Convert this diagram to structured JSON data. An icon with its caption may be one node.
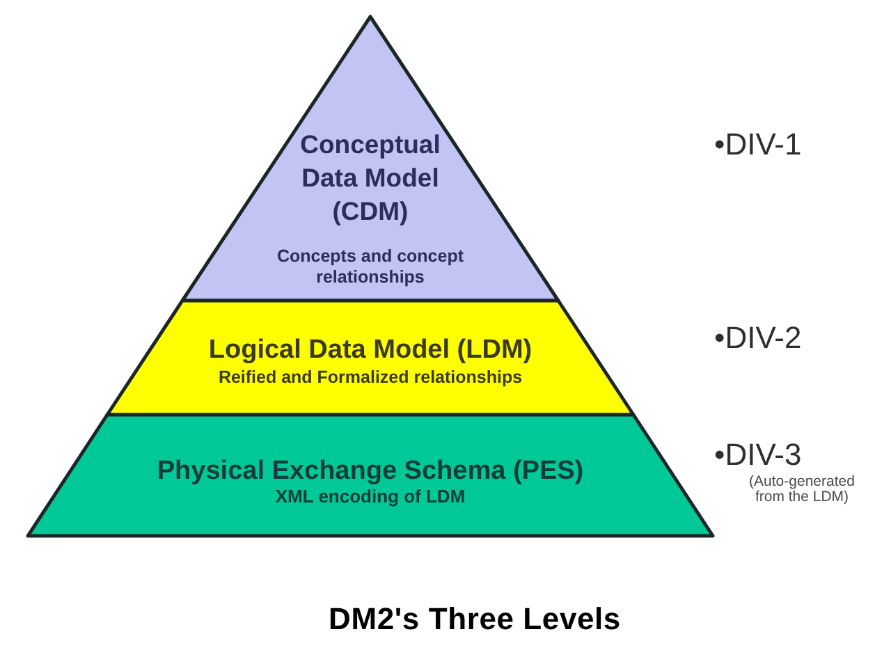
{
  "diagram": {
    "caption": "DM2's Three Levels",
    "nodes": [
      {
        "text": [
          "Conceptual Data Model (CDM)",
          "Concepts and concept relationships"
        ]
      },
      {
        "text": [
          "Logical Data Model (LDM)",
          "Reified and Formalized relationships"
        ]
      },
      {
        "text": [
          "Physical Exchange Schema (PES)",
          "XML encoding of LDM"
        ]
      }
    ],
    "labels": [
      "•DIV-1",
      "•DIV-2",
      "•DIV-3",
      "(Auto-generated from the LDM)"
    ]
  }
}
